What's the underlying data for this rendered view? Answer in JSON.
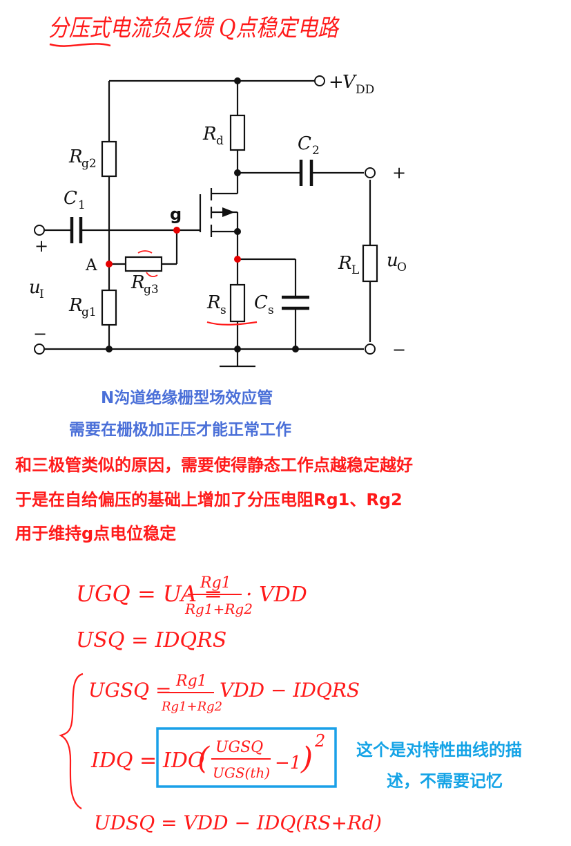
{
  "title": "分压式电流负反馈 Q点稳定电路",
  "circuit": {
    "labels": {
      "vdd_plus": "+",
      "vdd_v": "V",
      "vdd_sub": "DD",
      "rd_main": "R",
      "rd_sub": "d",
      "rg2_main": "R",
      "rg2_sub": "g2",
      "c1_main": "C",
      "c1_sub": "1",
      "c2_main": "C",
      "c2_sub": "2",
      "gate": "g",
      "node_a": "A",
      "rg3_main": "R",
      "rg3_sub": "g3",
      "rg1_main": "R",
      "rg1_sub": "g1",
      "rs_main": "R",
      "rs_sub": "s",
      "cs_main": "C",
      "cs_sub": "s",
      "rl_main": "R",
      "rl_sub": "L",
      "ui_main": "u",
      "ui_sub": "I",
      "uo_main": "u",
      "uo_sub": "O",
      "in_plus": "+",
      "in_minus": "−",
      "out_plus": "+",
      "out_minus": "−"
    }
  },
  "notes": {
    "blue_line1": "N沟道绝缘栅型场效应管",
    "blue_line2": "需要在栅极加正压才能正常工作",
    "red_line1": "和三极管类似的原因，需要使得静态工作点越稳定越好",
    "red_line2": "于是在自给偏压的基础上增加了分压电阻Rg1、Rg2",
    "red_line3": "用于维持g点电位稳定"
  },
  "equations": {
    "eq1_lhs": "UGQ = UA =",
    "eq1_num": "Rg1",
    "eq1_den": "Rg1+Rg2",
    "eq1_tail": "· VDD",
    "eq2": "USQ = IDQRS",
    "eq3_lhs": "UGSQ =",
    "eq3_num": "Rg1",
    "eq3_den": "Rg1+Rg2",
    "eq3_tail": "VDD − IDQRS",
    "eq4_lhs": "IDQ =",
    "eq4_ido": "IDO",
    "eq4_num": "UGSQ",
    "eq4_den": "UGS(th)",
    "eq4_tail": "−1",
    "eq4_exp": "2",
    "eq5": "UDSQ = VDD − IDQ(RS+Rd)"
  },
  "side_note": {
    "line1": "这个是对特性曲线的描",
    "line2": "述，不需要记忆"
  },
  "colors": {
    "handwriting": "#ff1a1a",
    "blue_note": "#4a6fd8",
    "red_note": "#ff1a1a",
    "cyan_note": "#14a3e6",
    "box": "#1aa0e8",
    "node": "#111111",
    "node_red": "#e60000"
  }
}
